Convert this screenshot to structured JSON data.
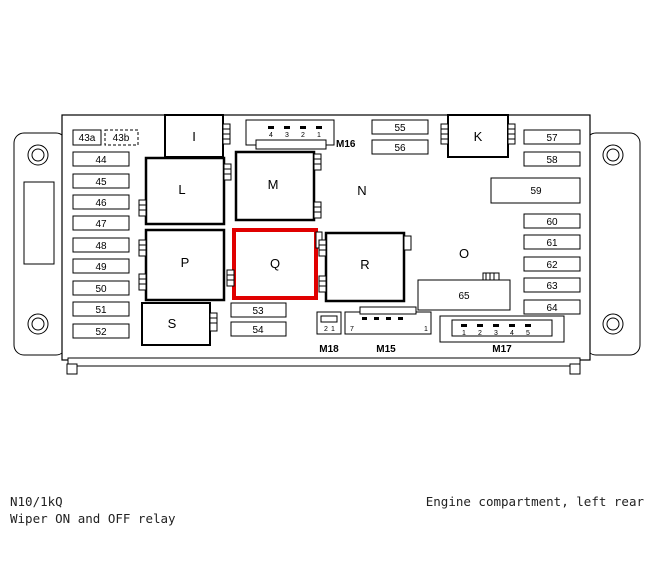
{
  "diagram": {
    "fuses": [
      "43a",
      "43b",
      "44",
      "45",
      "46",
      "47",
      "48",
      "49",
      "50",
      "51",
      "52",
      "53",
      "54",
      "55",
      "56",
      "57",
      "58",
      "59",
      "60",
      "61",
      "62",
      "63",
      "64",
      "65"
    ],
    "relays": [
      "I",
      "K",
      "L",
      "M",
      "N",
      "O",
      "P",
      "Q",
      "R",
      "S"
    ],
    "connectors": {
      "M16": {
        "label": "M16",
        "pins": [
          "4",
          "3",
          "2",
          "1"
        ]
      },
      "M15": {
        "label": "M15",
        "pins": [
          "7",
          "1"
        ]
      },
      "M17": {
        "label": "M17",
        "pins": [
          "1",
          "2",
          "3",
          "4",
          "5"
        ]
      },
      "M18": {
        "label": "M18",
        "pins": [
          "2",
          "1"
        ]
      }
    },
    "highlight": {
      "relay": "Q",
      "color": "#e00000"
    }
  },
  "caption": {
    "code": "N10/1kQ",
    "description": "Wiper ON and OFF relay",
    "location": "Engine compartment, left rear"
  }
}
